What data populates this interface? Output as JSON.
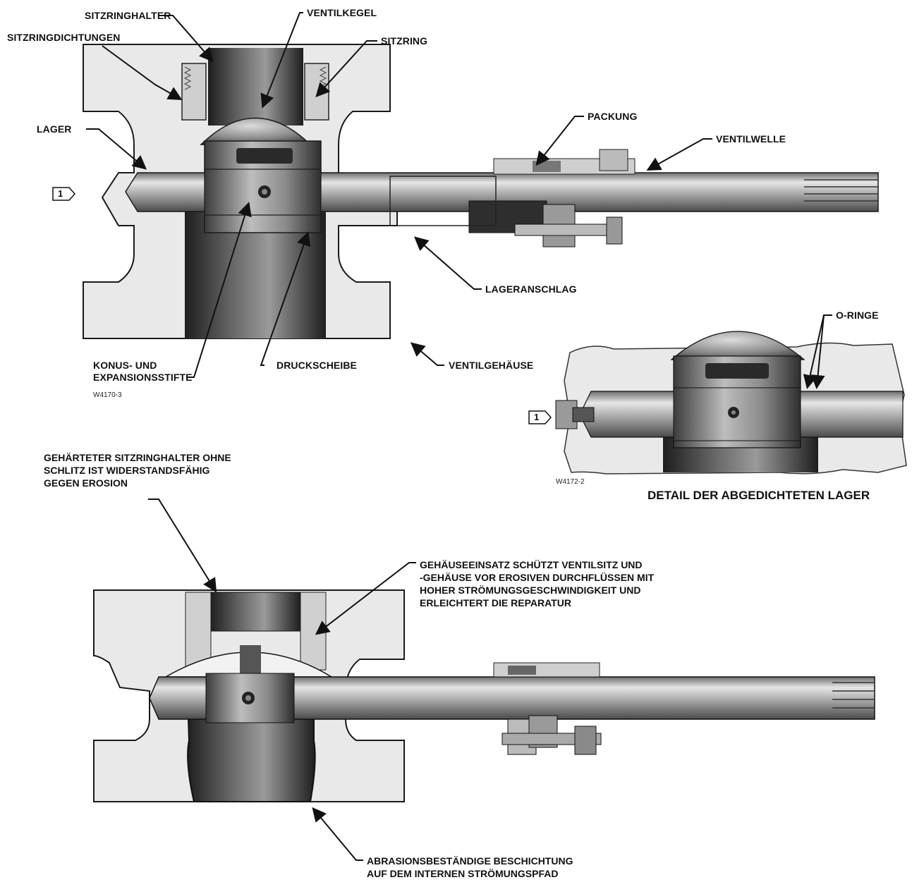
{
  "labels": {
    "sitzringhalter": "SITZRINGHALTER",
    "sitzringdichtungen": "SITZRINGDICHTUNGEN",
    "ventilkegel": "VENTILKEGEL",
    "sitzring": "SITZRING",
    "packung": "PACKUNG",
    "ventilwelle": "VENTILWELLE",
    "lager": "LAGER",
    "lageranschlag": "LAGERANSCHLAG",
    "konus_line1": "KONUS- UND",
    "konus_line2": "EXPANSIONSSTIFTE",
    "druckscheibe": "DRUCKSCHEIBE",
    "ventilgehaeuse": "VENTILGEHÄUSE",
    "o_ringe": "O-RINGE",
    "note_marker": "1",
    "figure_id_top": "W4170-3",
    "figure_id_detail": "W4172-2",
    "detail_title": "DETAIL DER ABGEDICHTETEN LAGER",
    "gehaerteter_line1": "GEHÄRTETER SITZRINGHALTER OHNE",
    "gehaerteter_line2": "SCHLITZ IST WIDERSTANDSFÄHIG",
    "gehaerteter_line3": "GEGEN EROSION",
    "einsatz_line1": "GEHÄUSEEINSATZ SCHÜTZT VENTILSITZ UND",
    "einsatz_line2": "-GEHÄUSE VOR EROSIVEN DURCHFLÜSSEN MIT",
    "einsatz_line3": "HOHER STRÖMUNGSGESCHWINDIGKEIT UND",
    "einsatz_line4": "ERLEICHTERT DIE REPARATUR",
    "abrasion_line1": "ABRASIONSBESTÄNDIGE BESCHICHTUNG",
    "abrasion_line2": "AUF DEM INTERNEN STRÖMUNGSPFAD"
  },
  "colors": {
    "body_fill": "#e9e9e9",
    "body_stroke": "#1a1a1a",
    "dark_flow": "#3a3a3a",
    "metal_light": "#bdbdbd",
    "metal_dark": "#555555"
  }
}
